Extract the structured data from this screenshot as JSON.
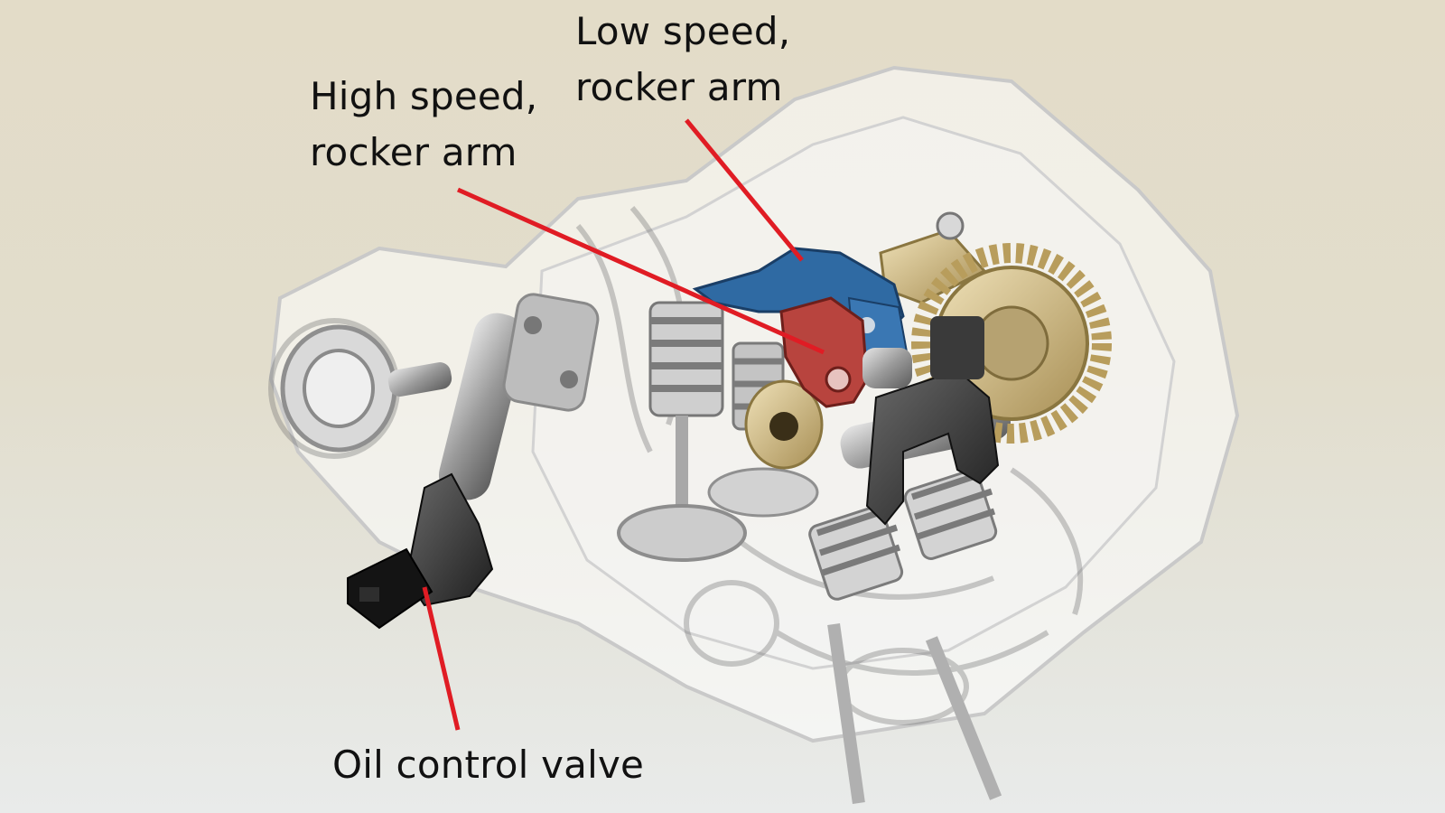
{
  "labels": {
    "low_speed": {
      "line1": "Low speed,",
      "line2": "rocker arm"
    },
    "high_speed": {
      "line1": "High speed,",
      "line2": "rocker arm"
    },
    "oil_control_valve": "Oil control valve"
  },
  "colors": {
    "leader_line": "#e01c24",
    "low_speed_rocker": "#2f6aa3",
    "high_speed_rocker": "#b8443e",
    "oil_control_valve_body": "#151515",
    "cam_gear": "#c8b384"
  }
}
